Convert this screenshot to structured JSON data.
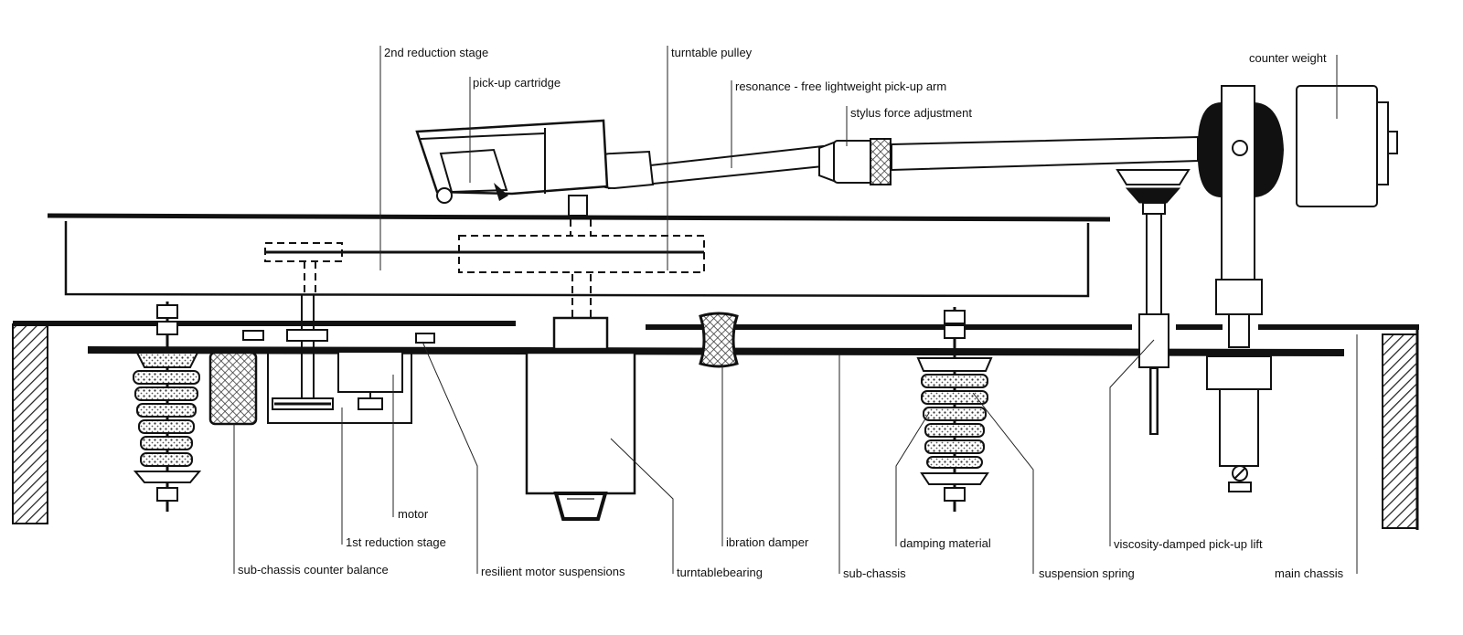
{
  "labels": {
    "second_reduction_stage": "2nd reduction stage",
    "pickup_cartridge": "pick-up cartridge",
    "turntable_pulley": "turntable pulley",
    "pickup_arm": "resonance - free  lightweight pick-up arm",
    "stylus_force_adjustment": "stylus force adjustment",
    "counter_weight": "counter weight",
    "motor": "motor",
    "first_reduction_stage": "1st reduction stage",
    "sub_chassis_counter_balance": "sub-chassis counter balance",
    "resilient_motor_suspensions": "resilient motor suspensions",
    "turntable_bearing": "turntablebearing",
    "vibration_damper": "ibration damper",
    "sub_chassis": "sub-chassis",
    "damping_material": "damping material",
    "suspension_spring": "suspension spring",
    "pickup_lift": "viscosity-damped pick-up lift",
    "main_chassis": "main chassis"
  },
  "colors": {
    "ink": "#111111",
    "background": "#ffffff",
    "hatch": "#222222"
  }
}
